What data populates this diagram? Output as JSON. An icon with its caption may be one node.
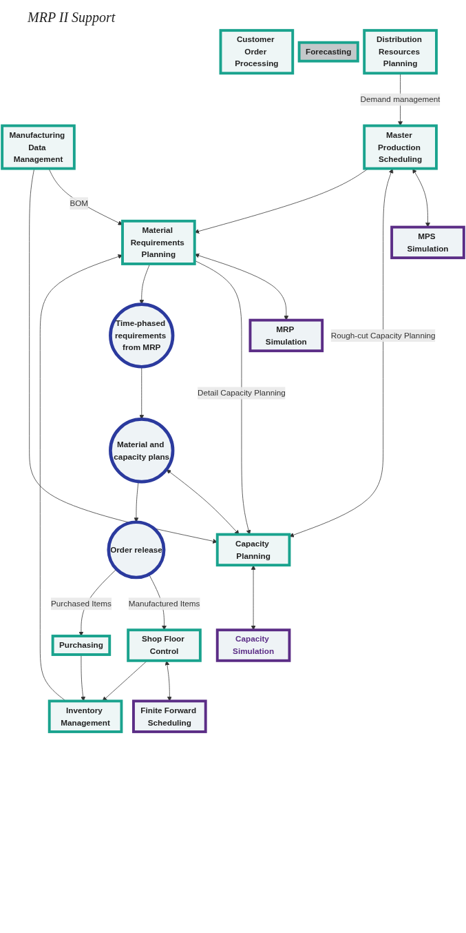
{
  "diagram": {
    "title": "MRP II Support",
    "nodes": [
      {
        "text": [
          "Customer Order Processing"
        ]
      },
      {
        "text": [
          "Forecasting"
        ]
      },
      {
        "text": [
          "Distribution Resources Planning"
        ]
      },
      {
        "text": [
          "Master Production Scheduling"
        ]
      },
      {
        "text": [
          "MPS Simulation"
        ]
      },
      {
        "text": [
          "Manufacturing Data Management"
        ]
      },
      {
        "text": [
          "Material Requirements Planning"
        ]
      },
      {
        "text": [
          "MRP Simulation"
        ]
      },
      {
        "text": [
          "Time-phased requirements from MRP"
        ]
      },
      {
        "text": [
          "Inventory Management"
        ]
      },
      {
        "text": [
          "Capacity Planning"
        ]
      },
      {
        "text": [
          "Material and capacity plans"
        ]
      },
      {
        "text": [
          "Capacity Simulation"
        ]
      },
      {
        "text": [
          "Order release"
        ]
      },
      {
        "text": [
          "Finite Forward Scheduling"
        ]
      },
      {
        "text": [
          "Shop Floor Control"
        ]
      },
      {
        "text": [
          "Purchasing"
        ]
      }
    ],
    "edges": [
      {
        "from": 2,
        "to": 3,
        "arrow": "to",
        "label": "Demand management"
      },
      {
        "from": 3,
        "to": 4,
        "arrow": "both"
      },
      {
        "from": 3,
        "to": 10,
        "arrow": "both",
        "label": "Rough-cut Capacity Planning"
      },
      {
        "from": 3,
        "to": 6,
        "arrow": "to"
      },
      {
        "from": 5,
        "to": 6,
        "arrow": "to",
        "label": "BOM"
      },
      {
        "from": 6,
        "to": 7,
        "arrow": "both"
      },
      {
        "from": 6,
        "to": 10,
        "arrow": "to",
        "label": "Detail Capacity Planning"
      },
      {
        "from": 9,
        "to": 6,
        "arrow": "to"
      },
      {
        "from": 6,
        "to": 8,
        "arrow": "to"
      },
      {
        "from": 5,
        "to": 10,
        "arrow": "to"
      },
      {
        "from": 8,
        "to": 11,
        "arrow": "to"
      },
      {
        "from": 11,
        "to": 10,
        "arrow": "both"
      },
      {
        "from": 10,
        "to": 12,
        "arrow": "both"
      },
      {
        "from": 11,
        "to": 13,
        "arrow": "to"
      },
      {
        "from": 13,
        "to": 15,
        "arrow": "to",
        "label": "Manufactured Items"
      },
      {
        "from": 13,
        "to": 16,
        "arrow": "to",
        "label": "Purchased Items"
      },
      {
        "from": 14,
        "to": 15,
        "arrow": "both"
      },
      {
        "from": 15,
        "to": 9,
        "arrow": "to"
      },
      {
        "from": 16,
        "to": 9,
        "arrow": "to"
      }
    ]
  }
}
